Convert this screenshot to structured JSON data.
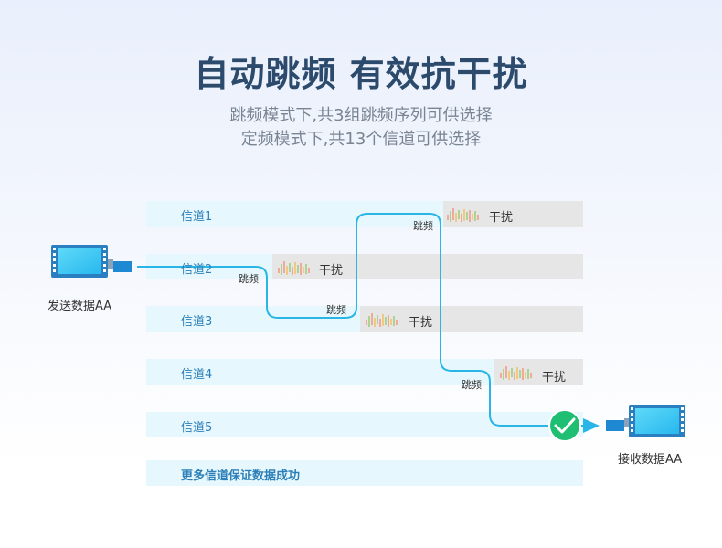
{
  "header": {
    "title": "自动跳频 有效抗干扰",
    "subtitle_line1": "跳频模式下,共3组跳频序列可供选择",
    "subtitle_line2": "定频模式下,共13个信道可供选择"
  },
  "channels": [
    {
      "label": "信道1"
    },
    {
      "label": "信道2"
    },
    {
      "label": "信道3"
    },
    {
      "label": "信道4"
    },
    {
      "label": "信道5"
    }
  ],
  "footer_row": {
    "label": "更多信道保证数据成功"
  },
  "interference": {
    "label": "干扰"
  },
  "hop": {
    "label": "跳频"
  },
  "sender": {
    "label": "发送数据AA"
  },
  "receiver": {
    "label": "接收数据AA"
  },
  "colors": {
    "path": "#29b6e6",
    "check": "#1fbf73",
    "channel_text": "#2d7fb8",
    "row_bg": "#e6f8fd",
    "interference_bg": "#e6e6e6"
  }
}
